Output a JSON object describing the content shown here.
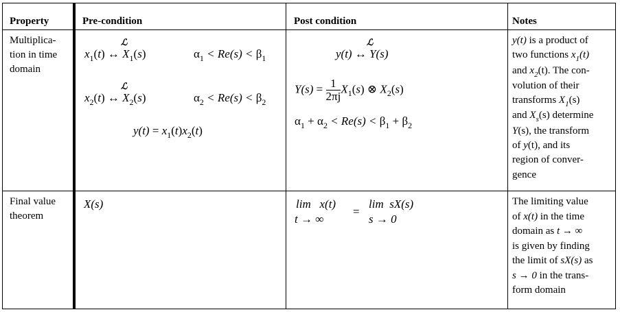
{
  "headers": {
    "property": "Property",
    "pre": "Pre-condition",
    "post": "Post condition",
    "notes": "Notes"
  },
  "row1": {
    "property": [
      "Multiplica-",
      "tion in time",
      "domain"
    ],
    "pre": {
      "scriptL": "ℒ",
      "x1": "x",
      "x1_sub": "1",
      "x1_arg": "(t)",
      "arrow": "↔",
      "X1": "X",
      "X1_sub": "1",
      "X1_arg": "(s)",
      "roc1_alpha": "α",
      "roc1_alpha_sub": "1",
      "roc1_mid": " < Re(s) < ",
      "roc1_beta": "β",
      "roc1_beta_sub": "1",
      "x2": "x",
      "x2_sub": "2",
      "x2_arg": "(t)",
      "X2": "X",
      "X2_sub": "2",
      "X2_arg": "(s)",
      "roc2_alpha": "α",
      "roc2_alpha_sub": "2",
      "roc2_mid": " < Re(s) < ",
      "roc2_beta": "β",
      "roc2_beta_sub": "2",
      "prod_lhs": "y(t)",
      "prod_eq": " = ",
      "prod_x1": "x",
      "prod_x1_sub": "1",
      "prod_x1_arg": "(t)",
      "prod_x2": "x",
      "prod_x2_sub": "2",
      "prod_x2_arg": "(t)"
    },
    "post": {
      "scriptL": "ℒ",
      "y": "y(t)",
      "arrow": "↔",
      "Y": "Y(s)",
      "Ys": "Y(s)",
      "eq": " = ",
      "frac_num": "1",
      "frac_den": "2πj",
      "X1": "X",
      "X1_sub": "1",
      "X1_arg": "(s)",
      "conv": " ⊗ ",
      "X2": "X",
      "X2_sub": "2",
      "X2_arg": "(s)",
      "roc_a1": "α",
      "roc_a1_sub": "1",
      "plus1": " + ",
      "roc_a2": "α",
      "roc_a2_sub": "2",
      "roc_mid": " < Re(s) < ",
      "roc_b1": "β",
      "roc_b1_sub": "1",
      "plus2": " + ",
      "roc_b2": "β",
      "roc_b2_sub": "2"
    },
    "notes": {
      "l1a": "y(t)",
      "l1b": " is a product of",
      "l2a": "two functions ",
      "l2b": "x",
      "l2c": "1",
      "l2d": "(t)",
      "l3a": "and ",
      "l3b": "x",
      "l3c": "2",
      "l3d": "(t)",
      "l3e": ". The con-",
      "l4": "volution of their",
      "l5a": "transforms ",
      "l5b": "X",
      "l5c": "1",
      "l5d": "(s)",
      "l6a": "and ",
      "l6b": "X",
      "l6c": "s",
      "l6d": "(s)",
      "l6e": " determine",
      "l7a": "Y",
      "l7b": "(s)",
      "l7c": ", the transform",
      "l8a": "of ",
      "l8b": "y",
      "l8c": "(t)",
      "l8d": ", and its",
      "l9": "region of conver-",
      "l10": "gence"
    }
  },
  "row2": {
    "property": [
      "Final value",
      "theorem"
    ],
    "pre": "X(s)",
    "post": {
      "lim1": "lim",
      "x": "x(t)",
      "under1": "t → ∞",
      "eq": "=",
      "lim2": "lim",
      "sx": "sX(s)",
      "under2": "s → 0"
    },
    "notes": {
      "l1": "The limiting value",
      "l2a": "of ",
      "l2b": "x(t)",
      "l2c": " in the time",
      "l3a": "domain as ",
      "l3b": "t → ∞",
      "l4": "is given by finding",
      "l5a": "the limit of ",
      "l5b": "sX(s)",
      "l5c": " as",
      "l6a": "s → 0",
      "l6b": "  in the trans-",
      "l7": "form domain"
    }
  }
}
